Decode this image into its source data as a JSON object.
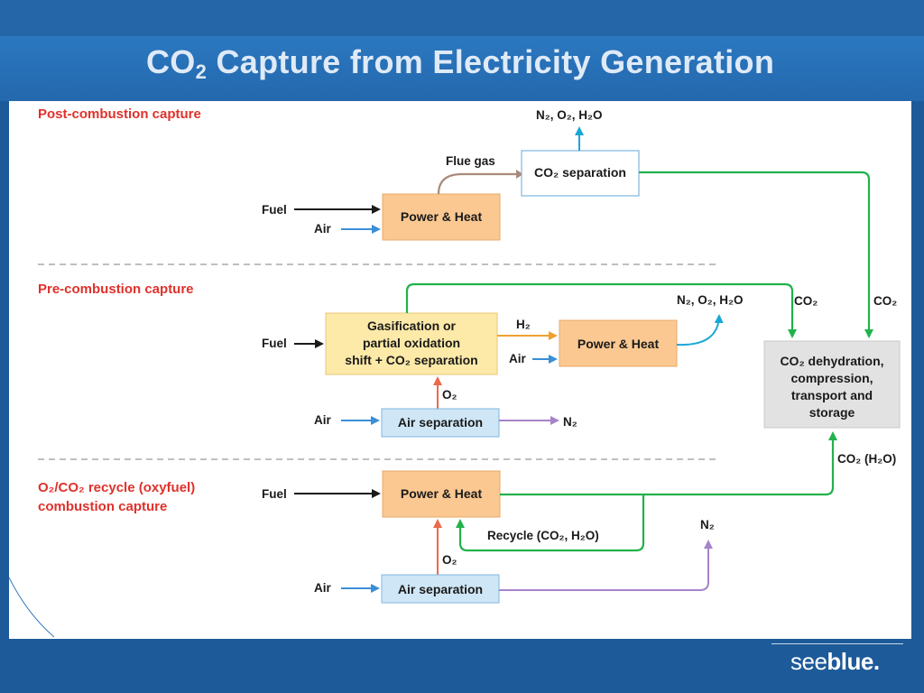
{
  "slide": {
    "title_prefix": "CO",
    "title_sub": "2",
    "title_rest": " Capture from Electricity Generation"
  },
  "sections": {
    "post": "Post-combustion capture",
    "pre": "Pre-combustion capture",
    "oxy_line1": "O₂/CO₂ recycle (oxyfuel)",
    "oxy_line2": "combustion capture"
  },
  "boxes": {
    "power_heat": "Power & Heat",
    "co2_separation": "CO₂ separation",
    "gasification_line1": "Gasification or",
    "gasification_line2": "partial oxidation",
    "gasification_line3": "shift + CO₂ separation",
    "air_separation": "Air separation",
    "storage_line1": "CO₂ dehydration,",
    "storage_line2": "compression,",
    "storage_line3": "transport and",
    "storage_line4": "storage"
  },
  "labels": {
    "fuel": "Fuel",
    "air": "Air",
    "flue_gas": "Flue gas",
    "exhaust": "N₂, O₂, H₂O",
    "co2": "CO₂",
    "h2": "H₂",
    "o2": "O₂",
    "n2": "N₂",
    "recycle": "Recycle (CO₂, H₂O)",
    "co2_h2o": "CO₂ (H₂O)"
  },
  "branding": {
    "see": "see",
    "blue": "blue."
  },
  "colors": {
    "header": "#2566a8",
    "section_title": "#e0312b",
    "power_box": "#fbc892",
    "separation_box": "#cfe6f6",
    "gasification_box": "#fde9a8",
    "storage_box": "#e2e2e2",
    "co2_line": "#22b24c",
    "fuel_line": "#1a1a1a",
    "air_line": "#3a8fd6",
    "h2_line": "#f0a030",
    "o2_line": "#ea6a4a",
    "n2_line": "#a684c9",
    "flue_line": "#a98a78",
    "exhaust_line": "#1aa7d8"
  }
}
